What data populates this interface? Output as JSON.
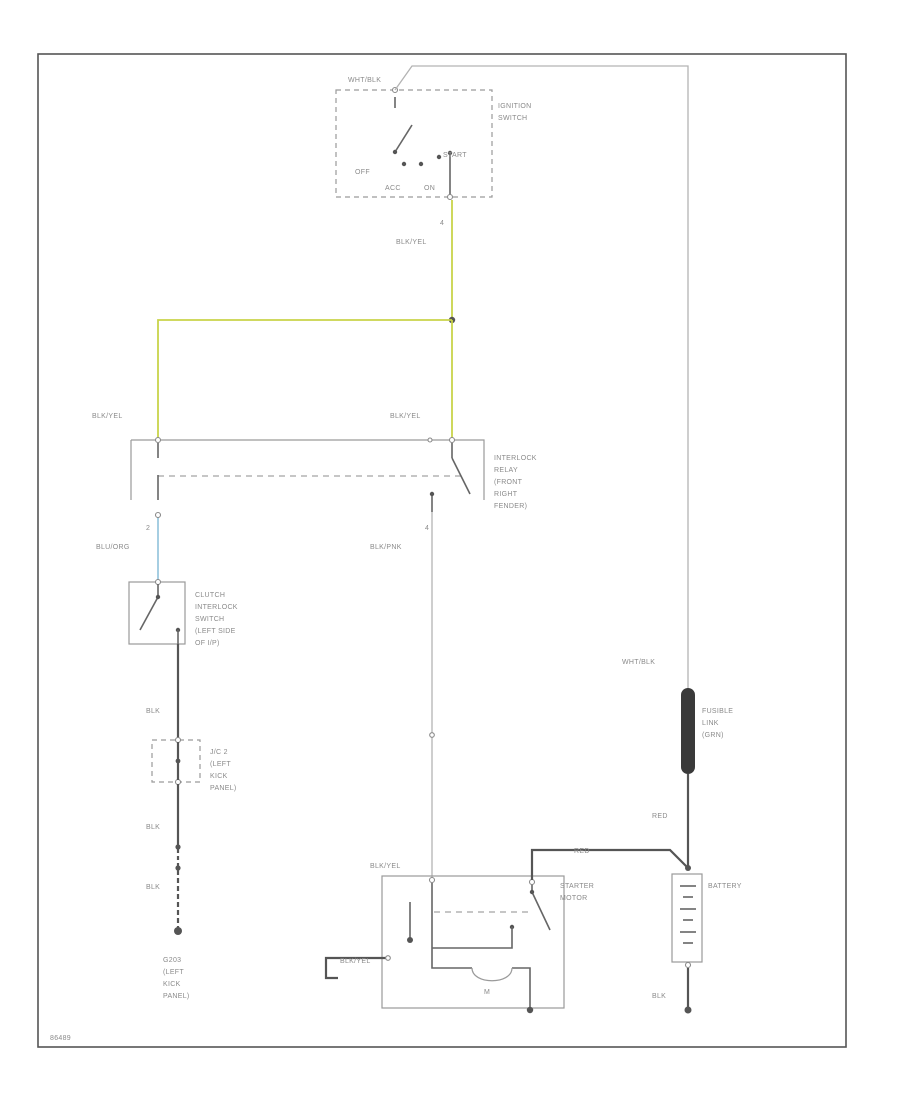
{
  "diagram": {
    "ignition_switch": {
      "wire_top": "WHT/BLK",
      "name": "IGNITION SWITCH",
      "positions": {
        "off": "OFF",
        "start": "START",
        "acc": "ACC",
        "on": "ON"
      },
      "pin": "4"
    },
    "wires": {
      "ign_out": "BLK/YEL",
      "left_branch": "BLK/YEL",
      "relay_in": "BLK/YEL",
      "relay_out_left": "BLU/ORG",
      "relay_out_left_pin": "2",
      "relay_out_right": "BLK/PNK",
      "relay_out_right_pin": "4",
      "clutch_gnd_1": "BLK",
      "clutch_gnd_2": "BLK",
      "clutch_gnd_3": "BLK",
      "battery_feed": "WHT/BLK",
      "battery_pos": "RED",
      "battery_neg": "BLK",
      "starter_in": "BLK/YEL",
      "starter_cable": "BLK/YEL",
      "battery_cable": "RED"
    },
    "interlock_relay": {
      "label_lines": [
        "INTERLOCK",
        "RELAY",
        "(FRONT",
        "RIGHT",
        "FENDER)"
      ]
    },
    "clutch_switch": {
      "label_lines": [
        "CLUTCH",
        "INTERLOCK",
        "SWITCH",
        "(LEFT SIDE",
        "OF I/P)"
      ]
    },
    "junction": {
      "label_lines": [
        "J/C 2",
        "(LEFT",
        "KICK",
        "PANEL)"
      ]
    },
    "ground": {
      "label_lines": [
        "G203",
        "(LEFT",
        "KICK",
        "PANEL)"
      ]
    },
    "fusible_link": {
      "label_lines": [
        "FUSIBLE",
        "LINK",
        "(GRN)"
      ]
    },
    "starter_motor": {
      "label_lines": [
        "STARTER",
        "MOTOR"
      ],
      "motor_symbol": "M"
    },
    "battery": {
      "label": "BATTERY"
    },
    "figure_id": "86489"
  }
}
